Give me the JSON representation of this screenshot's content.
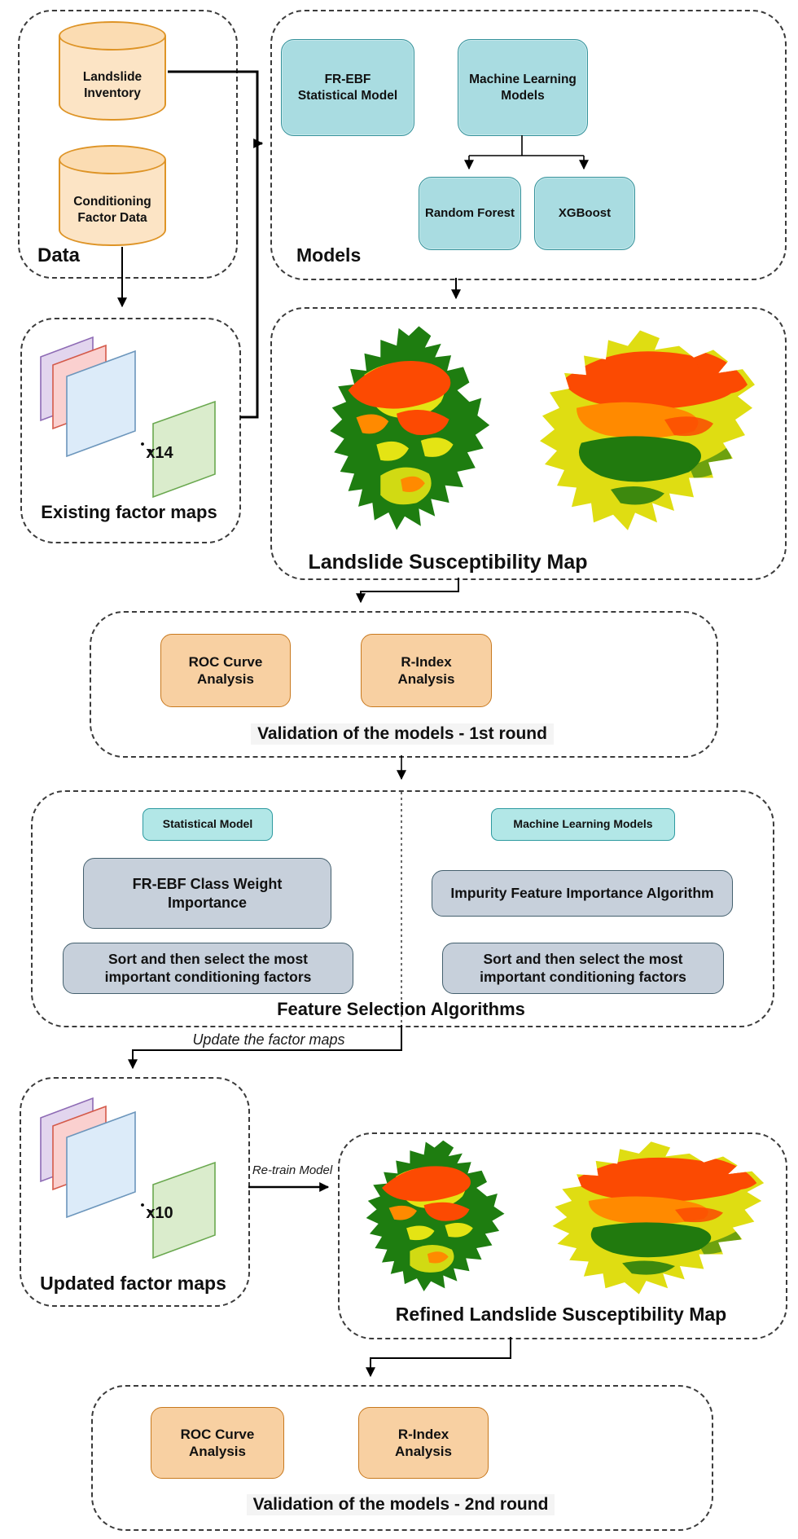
{
  "colors": {
    "cylinder_fill": "#fce4c5",
    "cylinder_border": "#de9426",
    "teal_fill": "#a9dce1",
    "teal_border": "#35929b",
    "gray_fill": "#c7d0db",
    "gray_border": "#44606e",
    "orange_fill": "#f8d0a2",
    "orange_border": "#c8791e",
    "map_green": "#1e7d10",
    "map_yellow": "#e0de12",
    "map_red": "#fb4a02",
    "map_orange": "#ff8a00"
  },
  "data_group": {
    "label": "Data",
    "inventory": "Landslide\nInventory",
    "conditioning": "Conditioning\nFactor Data"
  },
  "models_group": {
    "label": "Models",
    "fr_ebf": "FR-EBF\nStatistical Model",
    "ml_models": "Machine Learning\nModels",
    "random_forest": "Random Forest",
    "xgboost": "XGBoost"
  },
  "existing_maps": {
    "label": "Existing factor maps",
    "count": "x14"
  },
  "lsm": {
    "label": "Landslide Susceptibility Map"
  },
  "validation1": {
    "label": "Validation of the models - 1st round",
    "roc": "ROC Curve\nAnalysis",
    "rindex": "R-Index\nAnalysis"
  },
  "feature_selection": {
    "label": "Feature Selection Algorithms",
    "stat_model": "Statistical Model",
    "ml_models": "Machine Learning Models",
    "fr_ebf_weight": "FR-EBF Class Weight\nImportance",
    "impurity": "Impurity Feature Importance Algorithm",
    "sort_left": "Sort and then select the most\nimportant conditioning factors",
    "sort_right": "Sort and then select the most\nimportant conditioning factors"
  },
  "connectors": {
    "update_maps": "Update the factor maps",
    "retrain": "Re-train Model"
  },
  "updated_maps": {
    "label": "Updated factor maps",
    "count": "x10"
  },
  "refined_lsm": {
    "label": "Refined Landslide Susceptibility Map"
  },
  "validation2": {
    "label": "Validation of the models - 2nd round",
    "roc": "ROC Curve\nAnalysis",
    "rindex": "R-Index\nAnalysis"
  }
}
